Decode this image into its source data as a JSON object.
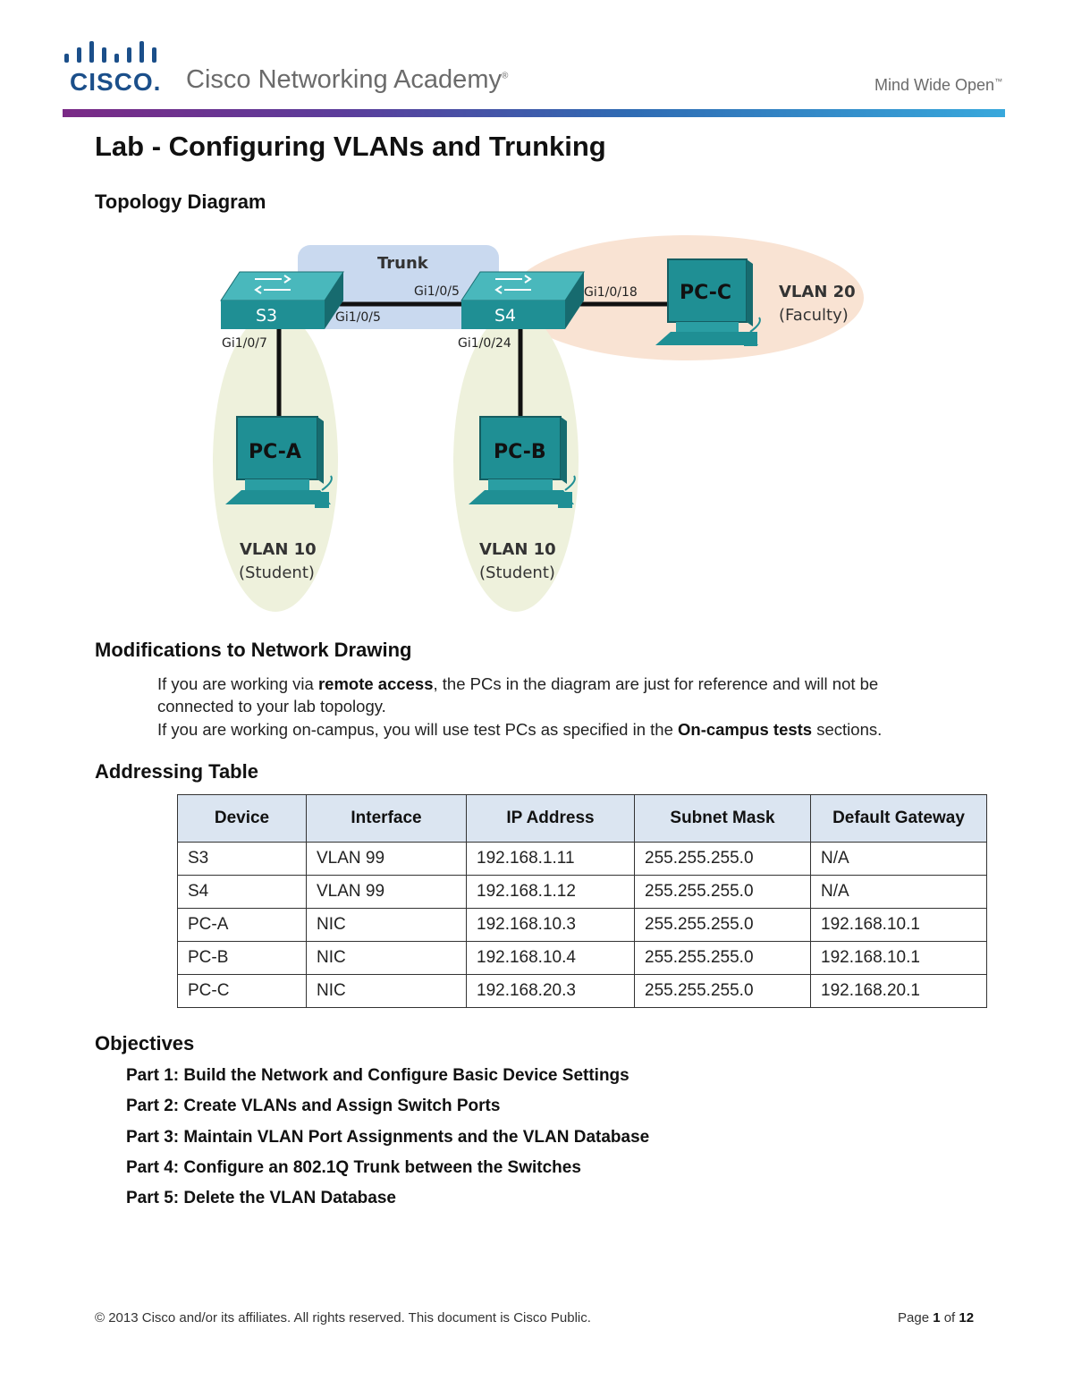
{
  "header": {
    "logo_text": "CISCO.",
    "brand": "Cisco Networking Academy",
    "brand_mark": "®",
    "tagline": "Mind Wide Open",
    "tagline_mark": "™",
    "colors": {
      "logo": "#1b4f8a",
      "rule_start": "#7a2a86",
      "rule_end": "#38a8dc"
    }
  },
  "title": "Lab - Configuring VLANs and Trunking",
  "sections": {
    "topology": "Topology Diagram",
    "modifications": "Modifications to Network Drawing",
    "addressing": "Addressing Table",
    "objectives": "Objectives"
  },
  "diagram": {
    "trunk_label": "Trunk",
    "switches": {
      "s3": "S3",
      "s4": "S4"
    },
    "ports": {
      "s3_trunk": "Gi1/0/5",
      "s4_trunk": "Gi1/0/5",
      "s4_pcc": "Gi1/0/18",
      "s3_pca": "Gi1/0/7",
      "s4_pcb": "Gi1/0/24"
    },
    "pcs": {
      "a": "PC-A",
      "b": "PC-B",
      "c": "PC-C"
    },
    "vlans": {
      "a_name": "VLAN 10",
      "a_desc": "(Student)",
      "b_name": "VLAN 10",
      "b_desc": "(Student)",
      "c_name": "VLAN 20",
      "c_desc": "(Faculty)"
    },
    "colors": {
      "trunk_zone": "#c9d9ef",
      "student_zone": "#eef1dc",
      "faculty_zone": "#f9e3d3",
      "device": "#1f8f94"
    }
  },
  "modifications": {
    "p1_before": "If you are working via ",
    "p1_bold": "remote access",
    "p1_after": ", the PCs in the diagram are just for reference and will not be connected to your lab topology.",
    "p2_before": "If you are working on-campus, you will use test PCs as specified in the ",
    "p2_bold": "On-campus tests",
    "p2_after": " sections."
  },
  "table": {
    "headers": [
      "Device",
      "Interface",
      "IP Address",
      "Subnet Mask",
      "Default Gateway"
    ],
    "rows": [
      [
        "S3",
        "VLAN 99",
        "192.168.1.11",
        "255.255.255.0",
        "N/A"
      ],
      [
        "S4",
        "VLAN 99",
        "192.168.1.12",
        "255.255.255.0",
        "N/A"
      ],
      [
        "PC-A",
        "NIC",
        "192.168.10.3",
        "255.255.255.0",
        "192.168.10.1"
      ],
      [
        "PC-B",
        "NIC",
        "192.168.10.4",
        "255.255.255.0",
        "192.168.10.1"
      ],
      [
        "PC-C",
        "NIC",
        "192.168.20.3",
        "255.255.255.0",
        "192.168.20.1"
      ]
    ],
    "header_bg": "#dbe5f1"
  },
  "objectives": [
    "Part 1: Build the Network and Configure Basic Device Settings",
    "Part 2: Create VLANs and Assign Switch Ports",
    "Part 3: Maintain VLAN Port Assignments and the VLAN Database",
    "Part 4: Configure an 802.1Q Trunk between the Switches",
    "Part 5: Delete the VLAN Database"
  ],
  "footer": {
    "copyright": "© 2013 Cisco and/or its affiliates. All rights reserved. This document is Cisco Public.",
    "page_word": "Page ",
    "page_num": "1",
    "page_of": " of ",
    "page_total": "12"
  }
}
